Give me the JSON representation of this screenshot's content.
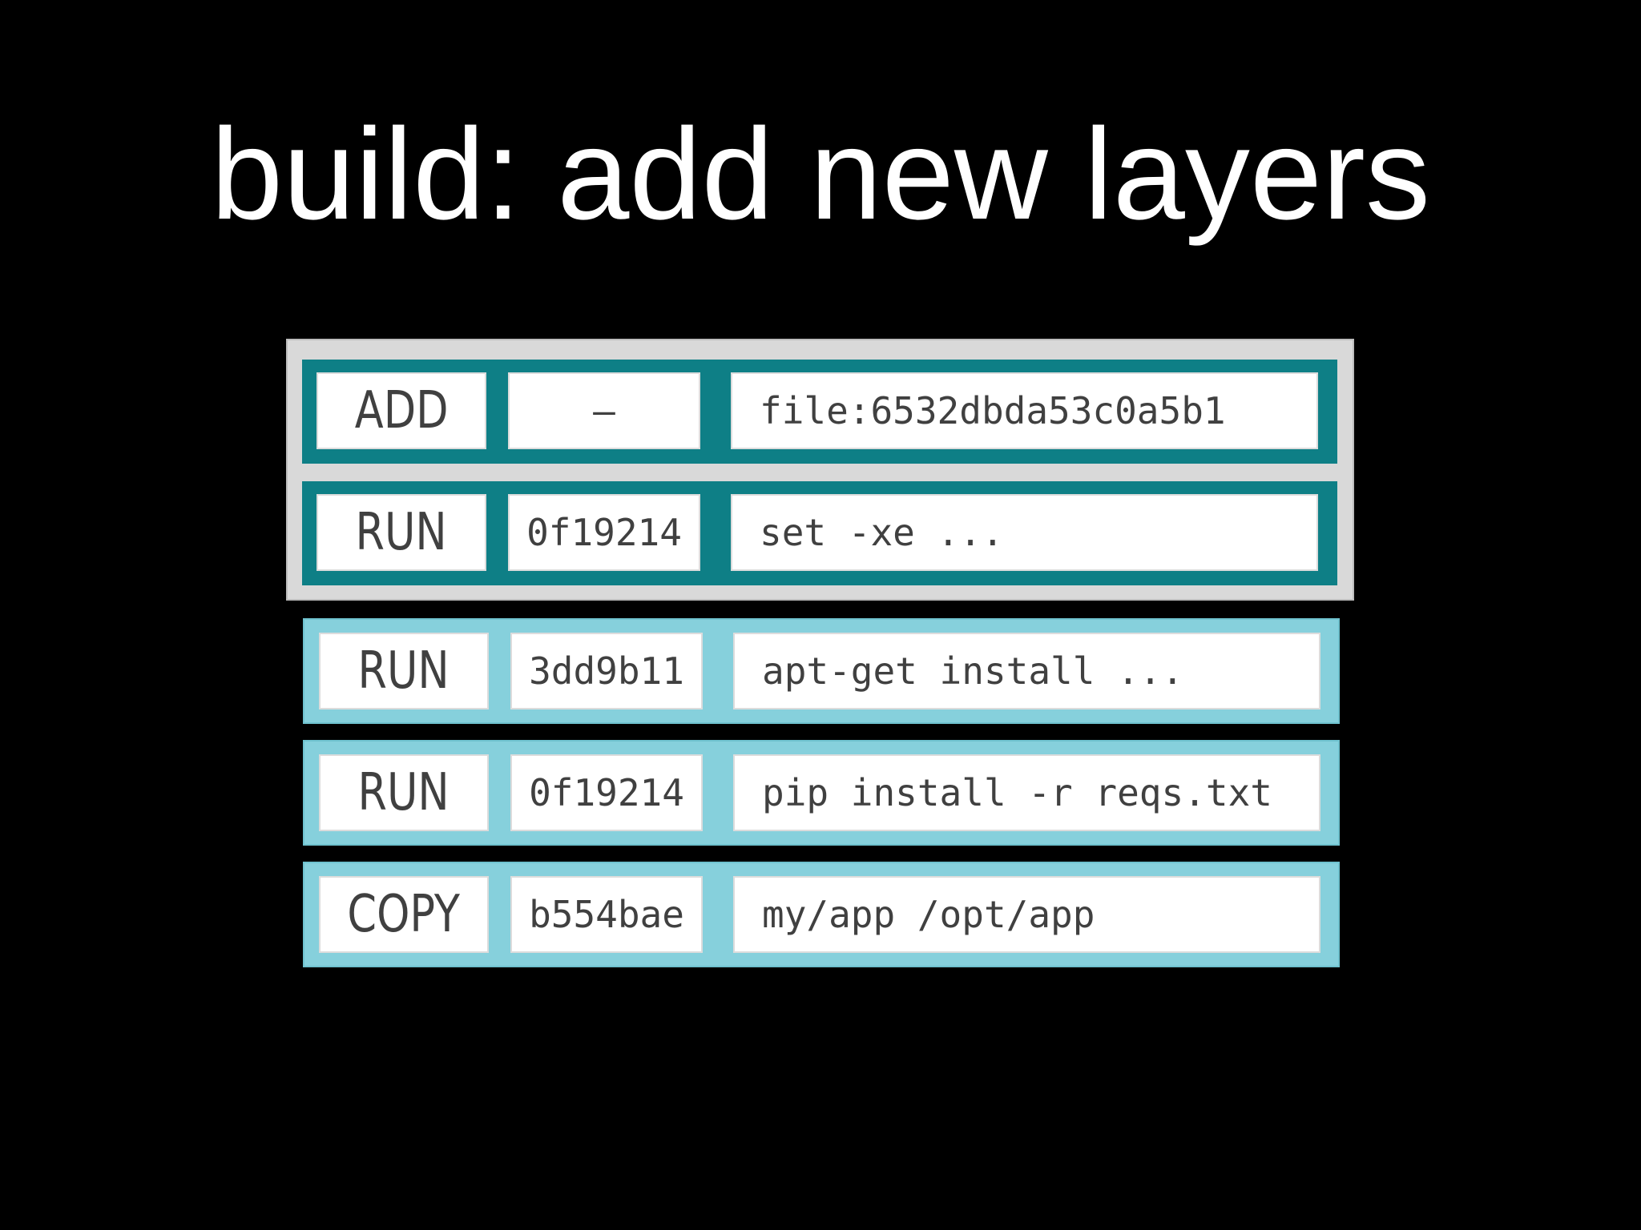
{
  "title": "build: add new layers",
  "colors": {
    "background": "#000000",
    "base_group": "#d9d9d9",
    "base_layer": "#0e7f86",
    "new_layer": "#86d0dc"
  },
  "base_layers": [
    {
      "command": "ADD",
      "hash": "–",
      "argument": "file:6532dbda53c0a5b1"
    },
    {
      "command": "RUN",
      "hash": "0f19214",
      "argument": "set -xe ..."
    }
  ],
  "new_layers": [
    {
      "command": "RUN",
      "hash": "3dd9b11",
      "argument": "apt-get install ..."
    },
    {
      "command": "RUN",
      "hash": "0f19214",
      "argument": "pip install -r reqs.txt"
    },
    {
      "command": "COPY",
      "hash": "b554bae",
      "argument": "my/app /opt/app"
    }
  ]
}
